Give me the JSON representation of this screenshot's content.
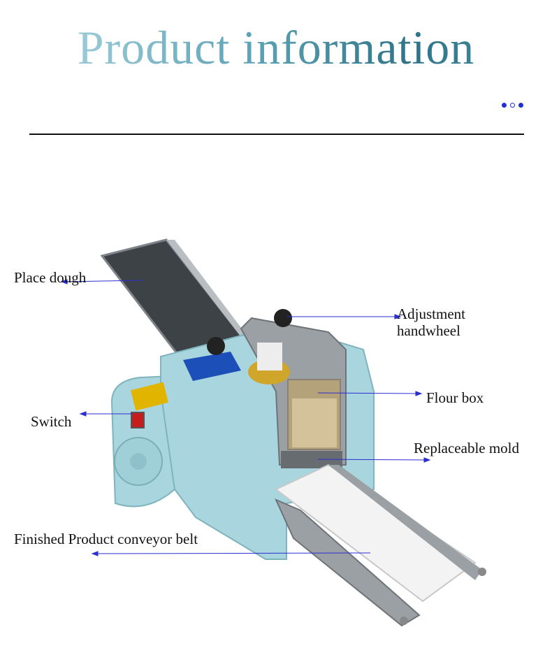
{
  "header": {
    "title": "Product information"
  },
  "labels": {
    "place_dough": "Place dough",
    "adjustment_line1": "Adjustment",
    "adjustment_line2": "handwheel",
    "flour_box": "Flour box",
    "switch": "Switch",
    "replaceable_mold": "Replaceable mold",
    "conveyor_belt": "Finished Product conveyor belt"
  },
  "colors": {
    "accent": "#1f2fd6",
    "machine_body": "#a9d6de",
    "pointer": "#2a2fd0"
  }
}
